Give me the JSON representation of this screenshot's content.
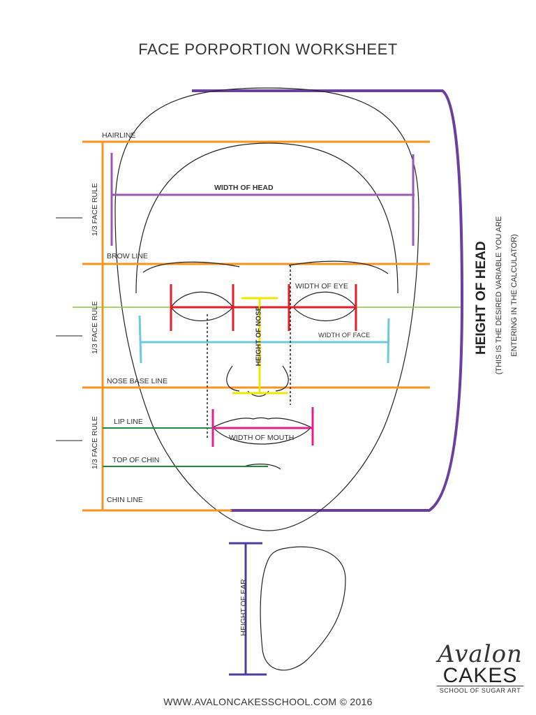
{
  "title": "FACE PORPORTION WORKSHEET",
  "labels": {
    "hairline": "HAIRLINE",
    "width_of_head": "WIDTH OF HEAD",
    "brow_line": "BROW LINE",
    "width_of_eye": "WIDTH OF EYE",
    "height_of_nose": "HEIGHT OF NOSE",
    "width_of_face": "WIDTH OF FACE",
    "nose_base_line": "NOSE BASE LINE",
    "lip_line": "LIP LINE",
    "width_of_mouth": "WIDTH OF MOUTH",
    "top_of_chin": "TOP OF CHIN",
    "chin_line": "CHIN LINE",
    "height_of_ear": "HEIGHT OF EAR",
    "face_rule_1": "1/3 FACE RULE",
    "face_rule_2": "1/3 FACE RULE",
    "face_rule_3": "1/3 FACE RULE",
    "height_of_head": "HEIGHT OF HEAD",
    "height_of_head_note_1": "(THIS IS THE DESIRED VARIABLE YOU ARE",
    "height_of_head_note_2": "ENTERING IN THE CALCULATOR)"
  },
  "footer": "WWW.AVALONCAKESSCHOOL.COM © 2016",
  "logo": {
    "script": "Avalon",
    "name": "CAKES",
    "tagline": "SCHOOL OF SUGAR ART"
  },
  "colors": {
    "orange": "#f7941d",
    "purple": "#6b3fa0",
    "light_purple": "#9b59b6",
    "red": "#e41e26",
    "yellow": "#f2e600",
    "cyan": "#6fc8dc",
    "green": "#1f8a3a",
    "lime": "#8dc63f",
    "magenta": "#e0218a",
    "blue_purple": "#4b3f9e"
  }
}
